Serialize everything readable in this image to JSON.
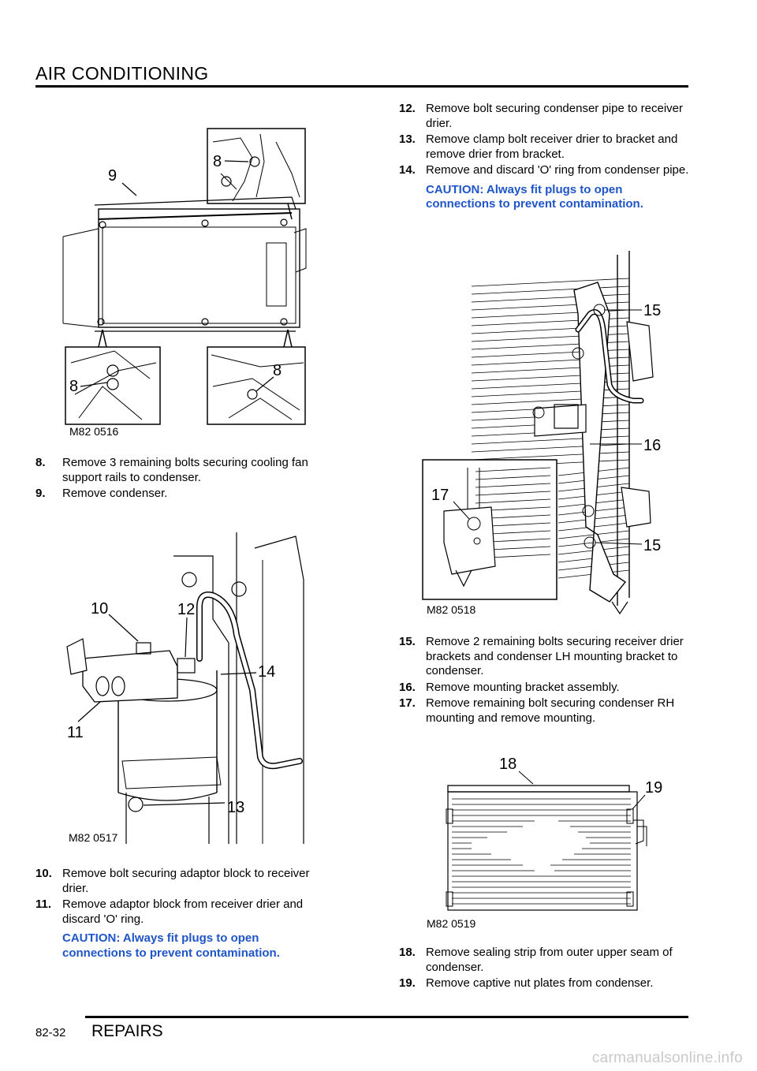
{
  "header": {
    "section_title": "AIR CONDITIONING"
  },
  "footer": {
    "page_number": "82-32",
    "section": "REPAIRS"
  },
  "watermark": "carmanualsonline.info",
  "figures": {
    "fig1": {
      "code": "M82 0516",
      "callouts": [
        "9",
        "8",
        "8",
        "8"
      ]
    },
    "fig2": {
      "code": "M82 0517",
      "callouts": [
        "10",
        "12",
        "14",
        "11",
        "13"
      ]
    },
    "fig3": {
      "code": "M82 0518",
      "callouts": [
        "15",
        "16",
        "17",
        "15"
      ]
    },
    "fig4": {
      "code": "M82 0519",
      "callouts": [
        "18",
        "19"
      ]
    }
  },
  "left_steps_a": [
    {
      "num": "8.",
      "text": "Remove 3 remaining bolts securing cooling fan support rails to condenser."
    },
    {
      "num": "9.",
      "text": "Remove condenser."
    }
  ],
  "left_steps_b": [
    {
      "num": "10.",
      "text": "Remove bolt securing adaptor block to receiver drier."
    },
    {
      "num": "11.",
      "text": "Remove adaptor block from receiver drier and discard 'O' ring."
    }
  ],
  "left_caution": "CAUTION: Always fit plugs to open connections to prevent contamination.",
  "right_steps_a": [
    {
      "num": "12.",
      "text": "Remove bolt securing condenser pipe to receiver drier."
    },
    {
      "num": "13.",
      "text": "Remove clamp bolt receiver drier to bracket and remove drier from bracket."
    },
    {
      "num": "14.",
      "text": "Remove and discard 'O' ring from condenser pipe."
    }
  ],
  "right_caution": "CAUTION: Always fit plugs to open connections to prevent contamination.",
  "right_steps_b": [
    {
      "num": "15.",
      "text": "Remove 2 remaining bolts securing  receiver drier brackets and condenser LH  mounting bracket to condenser."
    },
    {
      "num": "16.",
      "text": "Remove mounting bracket assembly."
    },
    {
      "num": "17.",
      "text": "Remove remaining bolt securing condenser RH mounting and remove mounting."
    }
  ],
  "right_steps_c": [
    {
      "num": "18.",
      "text": "Remove sealing strip from outer upper seam of condenser."
    },
    {
      "num": "19.",
      "text": "Remove captive nut plates from condenser."
    }
  ]
}
